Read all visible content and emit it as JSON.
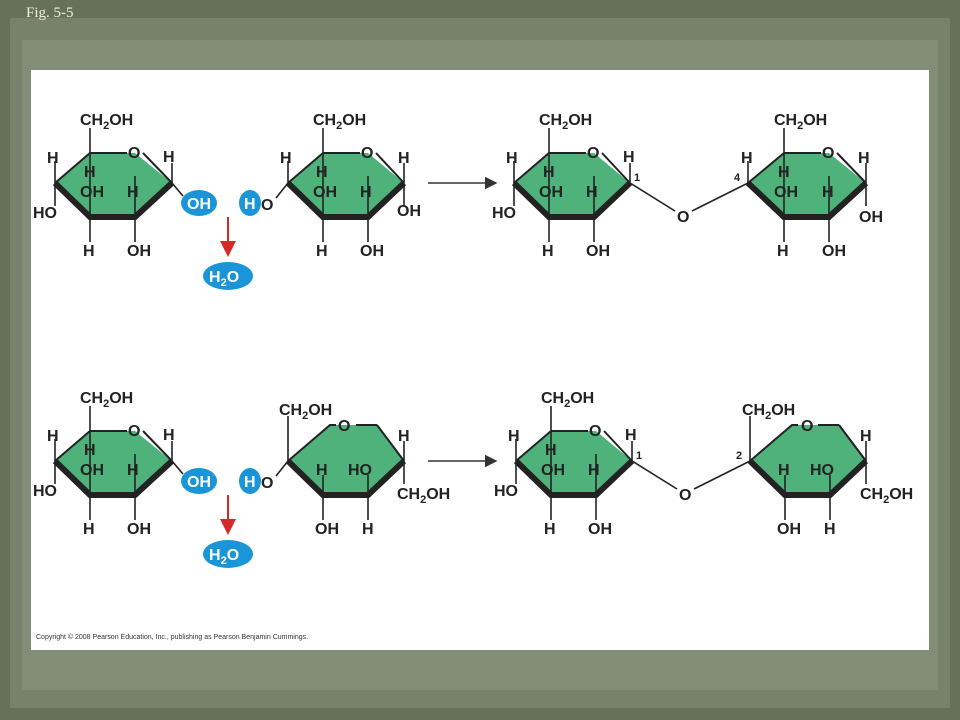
{
  "fig_label": "Fig. 5-5",
  "copyright": "Copyright © 2008 Pearson Education, Inc., publishing as Pearson Benjamin Cummings.",
  "chem": {
    "ch2": "CH",
    "two": "2",
    "oh": "OH",
    "o": "O",
    "h": "H",
    "ho": "HO",
    "h2o_h": "H",
    "h2o_o": "O",
    "n1": "1",
    "n2": "2",
    "n4": "4"
  },
  "colors": {
    "ring_fill": "#4fb27a",
    "water_blue": "#1a95d8",
    "arrow_red": "#d42a2a",
    "background": "#6f7b63"
  }
}
